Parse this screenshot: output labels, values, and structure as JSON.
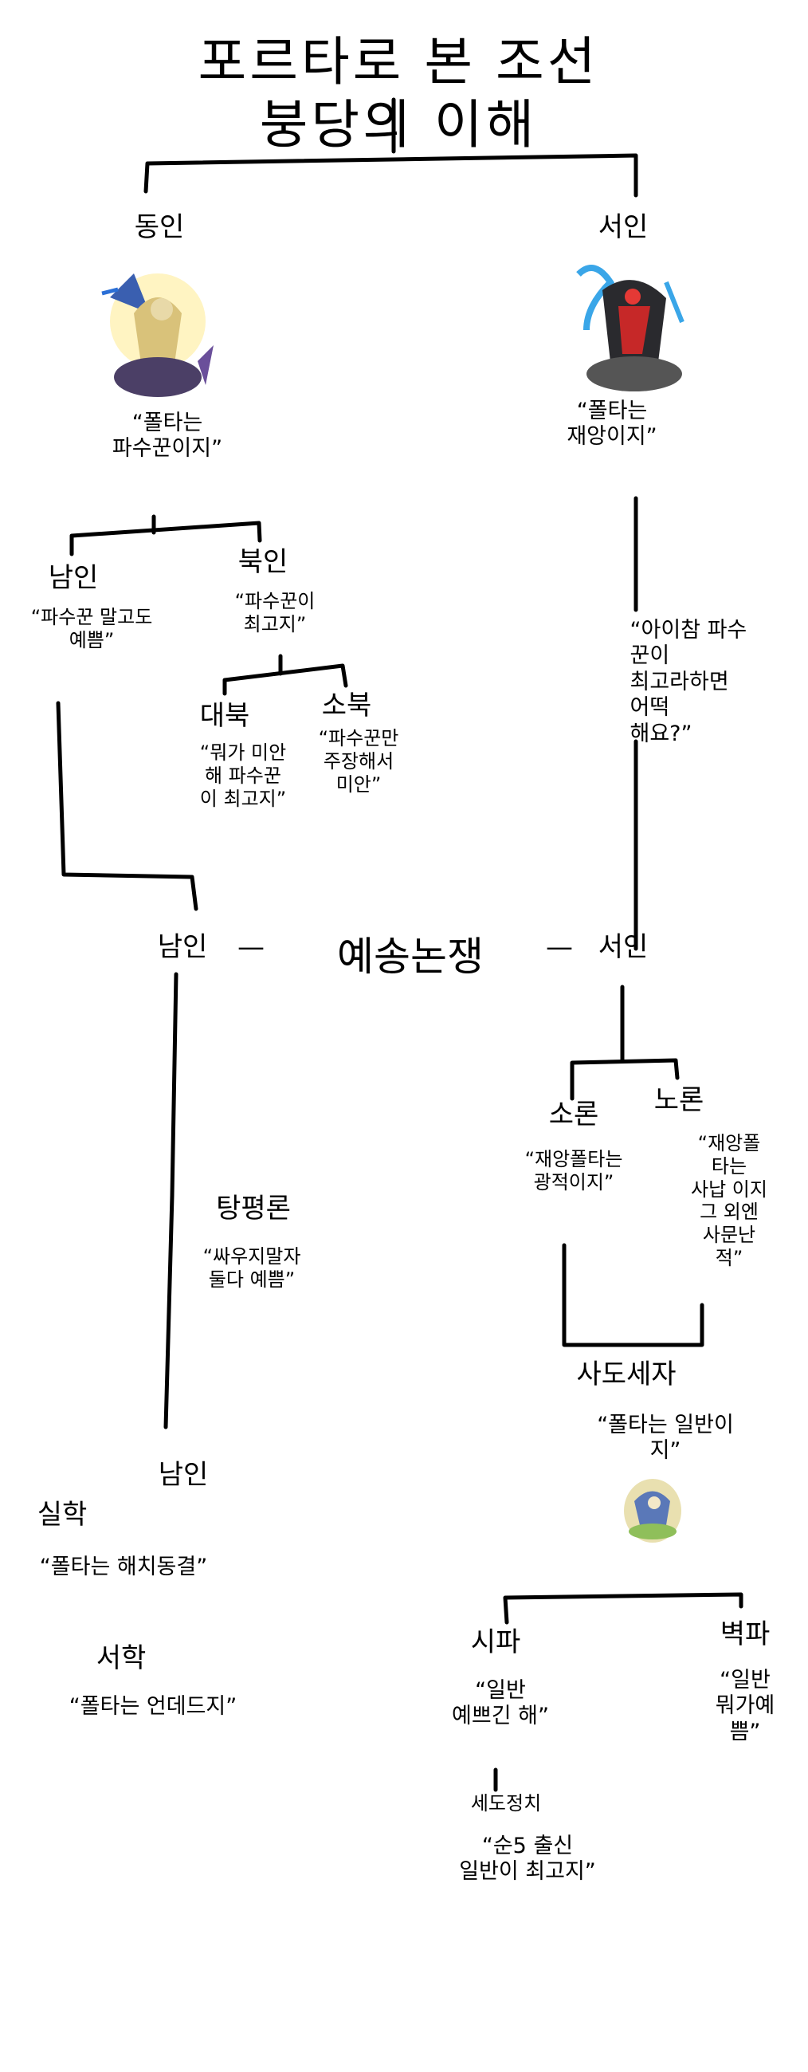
{
  "title": "포르타로 본 조선붕당의 이해",
  "dongin": {
    "label": "동인",
    "quote": "“폴타는\n파수꾼이지”",
    "image": "character-guardian-portrait"
  },
  "seoin": {
    "label": "서인",
    "quote": "“폴타는\n재앙이지”",
    "image": "character-calamity-portrait"
  },
  "namin": {
    "label": "남인",
    "quote": "“파수꾼 말고도\n예쁨”"
  },
  "bukin": {
    "label": "북인",
    "quote": "“파수꾼이\n최고지”"
  },
  "daebuk": {
    "label": "대북",
    "quote": "“뭐가 미안\n해 파수꾼\n이 최고지”"
  },
  "sobuk": {
    "label": "소북",
    "quote": "“파수꾼만\n주장해서\n미안”"
  },
  "seoin_quote2": "“아이참 파수꾼이\n최고라하면  어떡\n해요?”",
  "yesong": {
    "left": "남인",
    "dash_left": "—",
    "center": "예송논쟁",
    "dash_right": "—",
    "right": "서인"
  },
  "soron": {
    "label": "소론",
    "quote": "“재앙폴타는\n광적이지”"
  },
  "noron": {
    "label": "노론",
    "quote": "“재앙폴타는\n사납 이지\n그 외엔\n사문난적”"
  },
  "tangpyeong": {
    "label": "탕평론",
    "quote": "“싸우지말자\n둘다 예쁨”"
  },
  "sado": {
    "label": "사도세자",
    "quote": "“폴타는 일반이지”",
    "image": "character-normal-portrait"
  },
  "namin2": {
    "label": "남인"
  },
  "silhak": {
    "label": "실학",
    "quote": "“폴타는 해치동결”"
  },
  "seohak": {
    "label": "서학",
    "quote": "“폴타는 언데드지”"
  },
  "sipa": {
    "label": "시파",
    "quote": "“일반\n예쁘긴 해”"
  },
  "byeokpa": {
    "label": "벽파",
    "quote": "“일반\n뭐가예쁨”"
  },
  "sedo": {
    "label": "세도정치",
    "quote": "“순5 출신\n일반이 최고지”"
  }
}
